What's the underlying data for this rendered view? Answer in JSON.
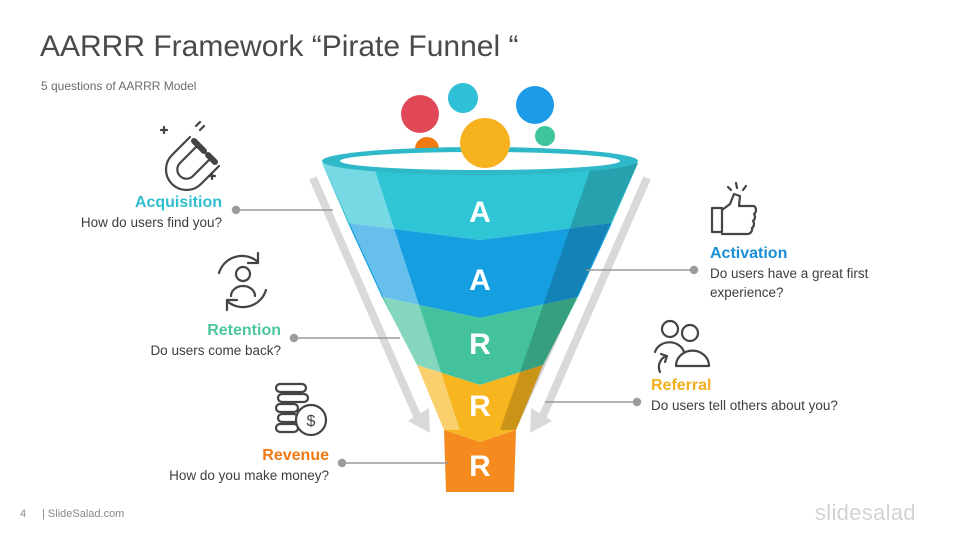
{
  "title": "AARRR Framework “Pirate Funnel “",
  "subtitle": "5 questions of AARRR Model",
  "stages": [
    {
      "letter": "A",
      "name": "Acquisition",
      "question": "How do users find you?",
      "color": "#2fbfcf"
    },
    {
      "letter": "A",
      "name": "Activation",
      "question": "Do users have a great first experience?",
      "color": "#1a8fd6"
    },
    {
      "letter": "R",
      "name": "Retention",
      "question": "Do users come back?",
      "color": "#4dc79a"
    },
    {
      "letter": "R",
      "name": "Referral",
      "question": "Do users tell others about you?",
      "color": "#f2b01e"
    },
    {
      "letter": "R",
      "name": "Revenue",
      "question": "How do you make money?",
      "color": "#f07a12"
    }
  ],
  "icons": {
    "acquisition": "magnet-icon",
    "activation": "thumbs-up-icon",
    "retention": "user-refresh-icon",
    "referral": "users-share-icon",
    "revenue": "coins-dollar-icon"
  },
  "footer": {
    "page_number": "4",
    "source": "| SlideSalad.com",
    "brand": "slidesalad"
  }
}
